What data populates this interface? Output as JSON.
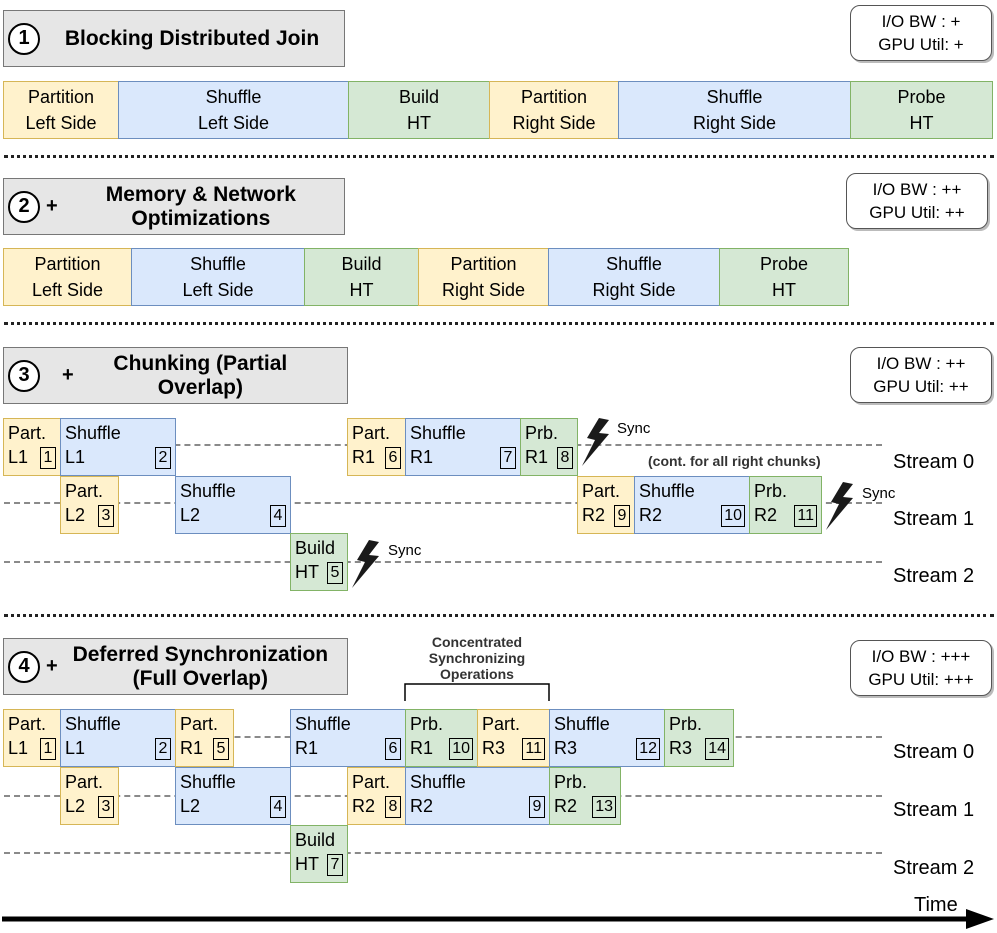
{
  "sections": [
    {
      "num": "1",
      "plus": "",
      "title": "Blocking Distributed Join",
      "io": "I/O BW  : +",
      "gpu": "GPU Util: +"
    },
    {
      "num": "2",
      "plus": "+",
      "title": "Memory & Network Optimizations",
      "io": "I/O BW  : ++",
      "gpu": "GPU Util: ++"
    },
    {
      "num": "3",
      "plus": "+",
      "title": "Chunking (Partial Overlap)",
      "io": "I/O BW  : ++",
      "gpu": "GPU Util: ++"
    },
    {
      "num": "4",
      "plus": "+",
      "title": "Deferred Synchronization (Full Overlap)",
      "io": "I/O BW  : +++",
      "gpu": "GPU Util: +++"
    }
  ],
  "phases": {
    "partition_left": [
      "Partition",
      "Left Side"
    ],
    "shuffle_left": [
      "Shuffle",
      "Left Side"
    ],
    "build_ht": [
      "Build",
      "HT"
    ],
    "partition_right": [
      "Partition",
      "Right Side"
    ],
    "shuffle_right": [
      "Shuffle",
      "Right Side"
    ],
    "probe_ht": [
      "Probe",
      "HT"
    ]
  },
  "ops": {
    "part": "Part.",
    "shuffle": "Shuffle",
    "build": "Build",
    "prb": "Prb.",
    "L1": "L1",
    "L2": "L2",
    "R1": "R1",
    "R2": "R2",
    "R3": "R3",
    "HT": "HT"
  },
  "steps": [
    "1",
    "2",
    "3",
    "4",
    "5",
    "6",
    "7",
    "8",
    "9",
    "10",
    "11",
    "12",
    "13",
    "14"
  ],
  "streams": [
    "Stream 0",
    "Stream 1",
    "Stream 2"
  ],
  "sync": "Sync",
  "cont_note": "(cont. for all right chunks)",
  "concentrated": "Concentrated Synchronizing Operations",
  "time_label": "Time"
}
